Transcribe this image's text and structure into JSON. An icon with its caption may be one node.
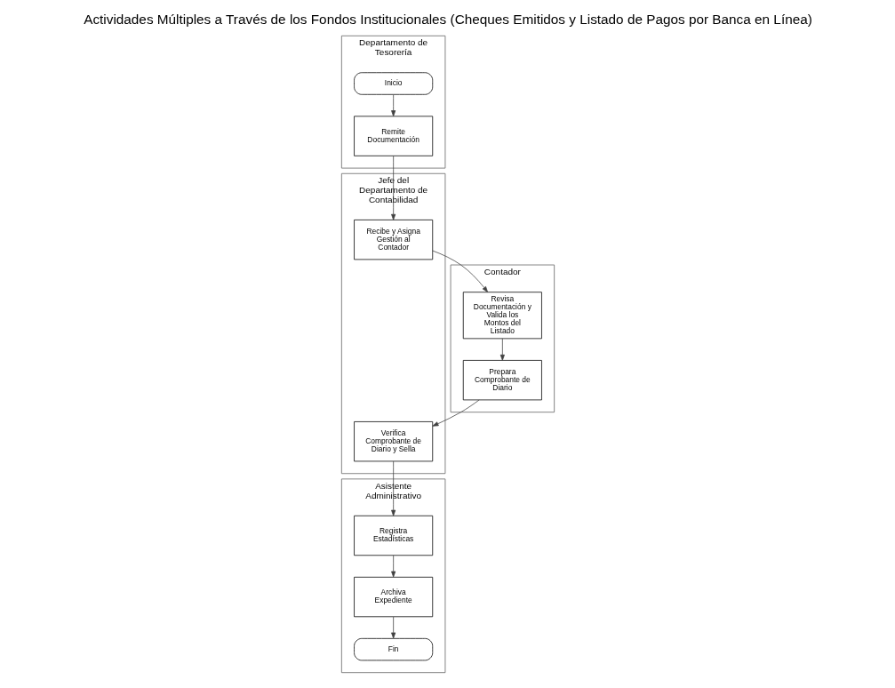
{
  "diagram": {
    "title": "Actividades Múltiples a Través de los Fondos Institucionales (Cheques Emitidos y Listado de Pagos por Banca en Línea)",
    "nodes": [
      {
        "text": [
          "Departamento de Tesorería"
        ]
      },
      {
        "text": [
          "Inicio"
        ],
        "in": 0
      },
      {
        "text": [
          "Remite Documentación"
        ],
        "in": 0
      },
      {
        "text": [
          "Jefe del Departamento de Contabilidad"
        ]
      },
      {
        "text": [
          "Recibe y Asigna Gestión al Contador"
        ],
        "in": 3
      },
      {
        "text": [
          "Verifica Comprobante de Diario y Sella"
        ],
        "in": 3
      },
      {
        "text": [
          "Contador"
        ]
      },
      {
        "text": [
          "Revisa Documentación y Valida los Montos del Listado"
        ],
        "in": 6
      },
      {
        "text": [
          "Prepara Comprobante de Diario"
        ],
        "in": 6
      },
      {
        "text": [
          "Asistente Administrativo"
        ]
      },
      {
        "text": [
          "Registra Estadísticas"
        ],
        "in": 9
      },
      {
        "text": [
          "Archiva Expediente"
        ],
        "in": 9
      },
      {
        "text": [
          "Fin"
        ],
        "in": 9
      }
    ],
    "edges": [
      {
        "from": 1,
        "to": 2,
        "arrow": "to"
      },
      {
        "from": 2,
        "to": 4,
        "arrow": "to"
      },
      {
        "from": 4,
        "to": 7,
        "arrow": "to"
      },
      {
        "from": 7,
        "to": 8,
        "arrow": "to"
      },
      {
        "from": 8,
        "to": 5,
        "arrow": "to"
      },
      {
        "from": 5,
        "to": 10,
        "arrow": "to"
      },
      {
        "from": 10,
        "to": 11,
        "arrow": "to"
      },
      {
        "from": 11,
        "to": 12,
        "arrow": "to"
      }
    ]
  }
}
